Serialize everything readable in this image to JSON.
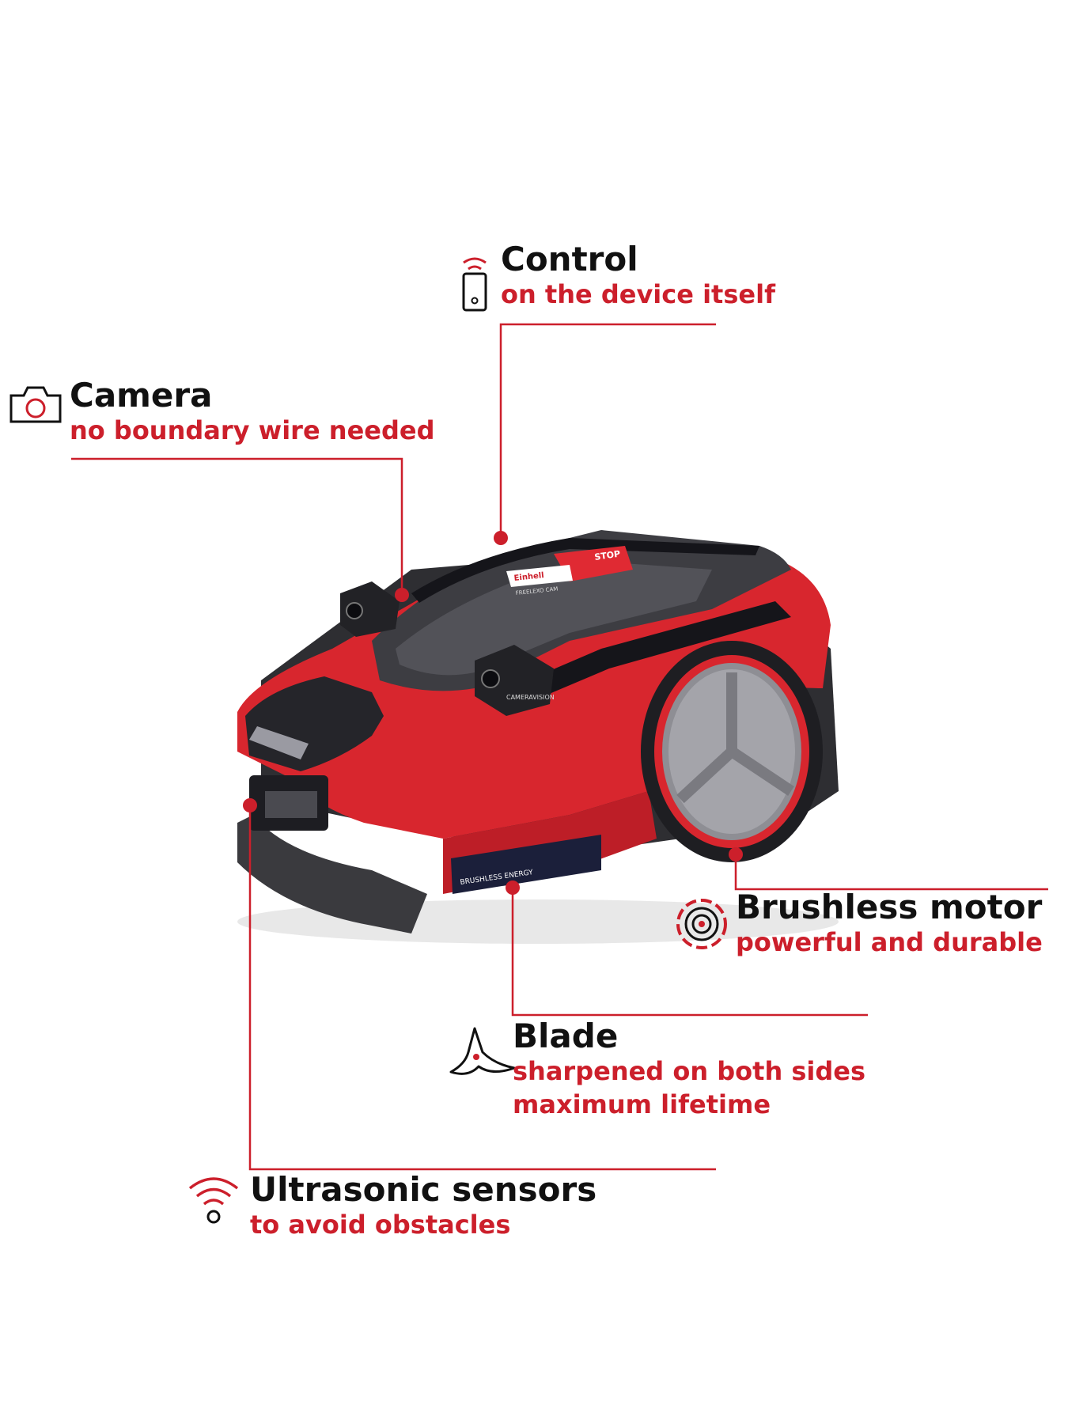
{
  "colors": {
    "accent": "#cc1f2b",
    "text": "#111111",
    "body_red": "#d8262e",
    "dark": "#2a2a2e"
  },
  "product": {
    "brand_plate": "Einhell",
    "model_plate": "FREELEXO CAM",
    "stop_label": "STOP",
    "camera_plate": "CAMERAVISION",
    "motor_plate": "BRUSHLESS ENERGY"
  },
  "features": {
    "control": {
      "icon": "smartphone-wifi-icon",
      "title": "Control",
      "lines": [
        "on the device itself"
      ]
    },
    "camera": {
      "icon": "camera-icon",
      "title": "Camera",
      "lines": [
        "no boundary wire needed"
      ]
    },
    "motor": {
      "icon": "brushless-motor-icon",
      "title": "Brushless motor",
      "lines": [
        "powerful and durable"
      ]
    },
    "blade": {
      "icon": "blade-icon",
      "title": "Blade",
      "lines": [
        "sharpened on both sides",
        "maximum lifetime"
      ]
    },
    "sensors": {
      "icon": "ultrasonic-wifi-icon",
      "title": "Ultrasonic sensors",
      "lines": [
        "to avoid obstacles"
      ]
    }
  }
}
